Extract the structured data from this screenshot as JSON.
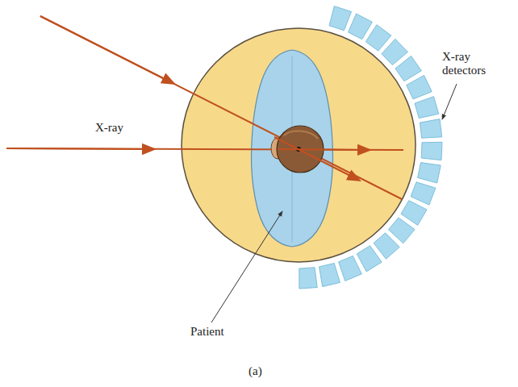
{
  "diagram": {
    "caption": "(a)",
    "labels": [
      "X-ray",
      "X-ray detectors",
      "Patient"
    ]
  }
}
